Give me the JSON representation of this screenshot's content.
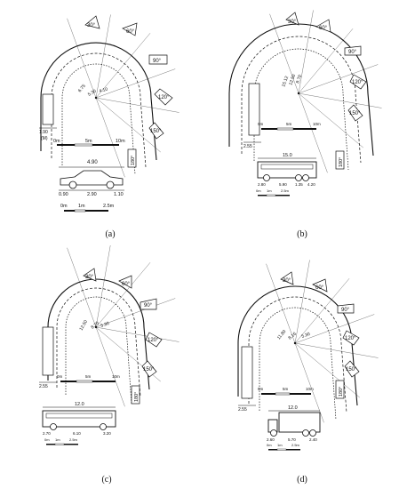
{
  "panels": [
    {
      "caption": "(a)",
      "angles": [
        "30°",
        "60°",
        "90°",
        "120°",
        "150°",
        "180°"
      ],
      "radii": [
        "6.75",
        "5.30",
        "4.10"
      ],
      "lane_width": "1.90",
      "lane_note": "(M)",
      "scale_top": [
        "0m",
        "5m",
        "10m"
      ],
      "vehicle_length": "4.90",
      "vehicle_dims": [
        "0.90",
        "2.90",
        "1.10"
      ],
      "scale_bottom": [
        "0m",
        "1m",
        "2.5m"
      ]
    },
    {
      "caption": "(b)",
      "angles": [
        "30°",
        "60°",
        "90°",
        "120°",
        "150°",
        "180°"
      ],
      "radii": [
        "15.12",
        "12.50",
        "8.70"
      ],
      "lane_width": "2.55",
      "scale_top": [
        "0m",
        "5m",
        "10m"
      ],
      "vehicle_length": "15.0",
      "vehicle_dims": [
        "2.80",
        "5.90",
        "1.35",
        "4.20"
      ],
      "scale_bottom": [
        "0m",
        "1m",
        "2.5m"
      ]
    },
    {
      "caption": "(c)",
      "angles": [
        "30°",
        "60°",
        "90°",
        "120°",
        "150°",
        "180°"
      ],
      "radii": [
        "12.50",
        "8.70",
        "5.30"
      ],
      "lane_width": "2.55",
      "scale_top": [
        "0m",
        "5m",
        "10m"
      ],
      "vehicle_length": "12.0",
      "vehicle_dims": [
        "2.70",
        "6.10",
        "3.20"
      ],
      "scale_bottom": [
        "0m",
        "1m",
        "2.5m"
      ]
    },
    {
      "caption": "(d)",
      "angles": [
        "30°",
        "60°",
        "90°",
        "120°",
        "150°",
        "180°"
      ],
      "radii": [
        "11.80",
        "8.16",
        "5.30"
      ],
      "lane_width": "2.55",
      "scale_top": [
        "0m",
        "5m",
        "10m"
      ],
      "vehicle_length": "12.0",
      "vehicle_dims": [
        "2.60",
        "5.70",
        "2.40"
      ],
      "scale_bottom": [
        "0m",
        "1m",
        "2.5m"
      ]
    }
  ]
}
